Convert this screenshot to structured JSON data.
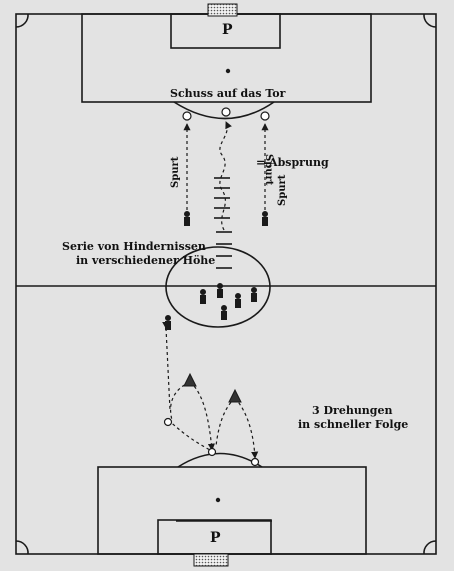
{
  "goal_top": {
    "label": "P"
  },
  "goal_bottom": {
    "label": "P"
  },
  "labels": {
    "shot": "Schuss auf das Tor",
    "jump": "= Absprung",
    "sprint_left": "Spurt",
    "sprint_mid": "Spurt",
    "sprint_right": "Spurt",
    "obstacles_line1": "Serie von Hindernissen",
    "obstacles_line2": "in verschiedener Höhe",
    "turns_line1": "3 Drehungen",
    "turns_line2": "in schneller Folge"
  }
}
